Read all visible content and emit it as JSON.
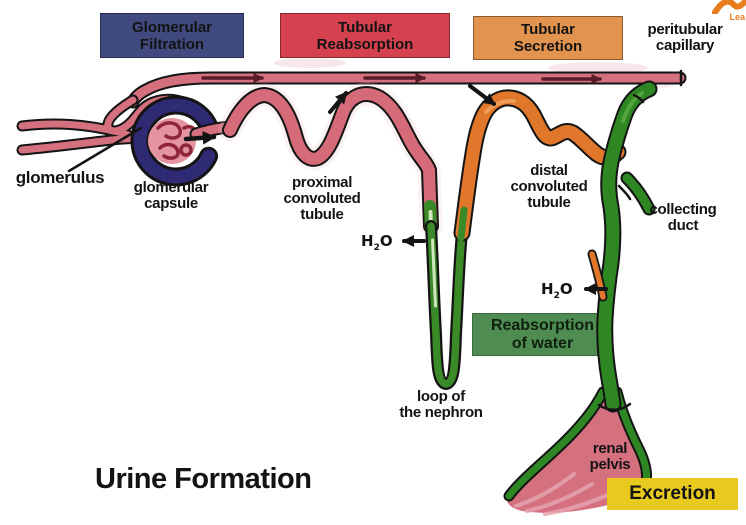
{
  "title": "Urine Formation",
  "watermark": "Lea",
  "colors": {
    "outline": "#141414",
    "box_filtration_bg": "#404a7e",
    "box_reabsorption_bg": "#d5414f",
    "box_secretion_bg": "#e2934e",
    "box_reabsorption_water_bg": "#4f8c52",
    "box_excretion_bg": "#e8ca1e",
    "text": "#131313",
    "capillary_pink": "#d5707f",
    "capillary_arrow": "#571c27",
    "vessel_pink": "#d5707f",
    "glomerulus_fill": "#e494a1",
    "glomerulus_detail": "#8f2638",
    "capsule_navy": "#2e2a74",
    "proximal_pink": "#d56a79",
    "halo_pink": "#eec3ca",
    "loop_green": "#3b8a28",
    "loop_core_light": "#cfe5bb",
    "distal_orange": "#e0772a",
    "distal_highlight": "#f0a263",
    "duct_green": "#2f8724",
    "duct_highlight": "#58a93e",
    "pelvis_pink": "#d5707f",
    "pelvis_streak": "#e5a4af",
    "logo_orange": "#e87d1e"
  },
  "process_boxes": {
    "filtration": {
      "line1": "Glomerular",
      "line2": "Filtration"
    },
    "reabsorption": {
      "line1": "Tubular",
      "line2": "Reabsorption"
    },
    "secretion": {
      "line1": "Tubular",
      "line2": "Secretion"
    }
  },
  "labels": {
    "peritubular_capillary": {
      "line1": "peritubular",
      "line2": "capillary"
    },
    "glomerulus": "glomerulus",
    "glomerular_capsule": {
      "line1": "glomerular",
      "line2": "capsule"
    },
    "proximal_tubule": {
      "line1": "proximal",
      "line2": "convoluted",
      "line3": "tubule"
    },
    "distal_tubule": {
      "line1": "distal",
      "line2": "convoluted",
      "line3": "tubule"
    },
    "collecting_duct": {
      "line1": "collecting",
      "line2": "duct"
    },
    "loop_of_nephron": {
      "line1": "loop of",
      "line2": "the nephron"
    },
    "renal_pelvis": {
      "line1": "renal",
      "line2": "pelvis"
    },
    "h2o": {
      "h": "H",
      "sub": "2",
      "o": "O"
    }
  },
  "callouts": {
    "reabsorption_of_water": {
      "line1": "Reabsorption",
      "line2": "of water"
    },
    "excretion": "Excretion"
  }
}
